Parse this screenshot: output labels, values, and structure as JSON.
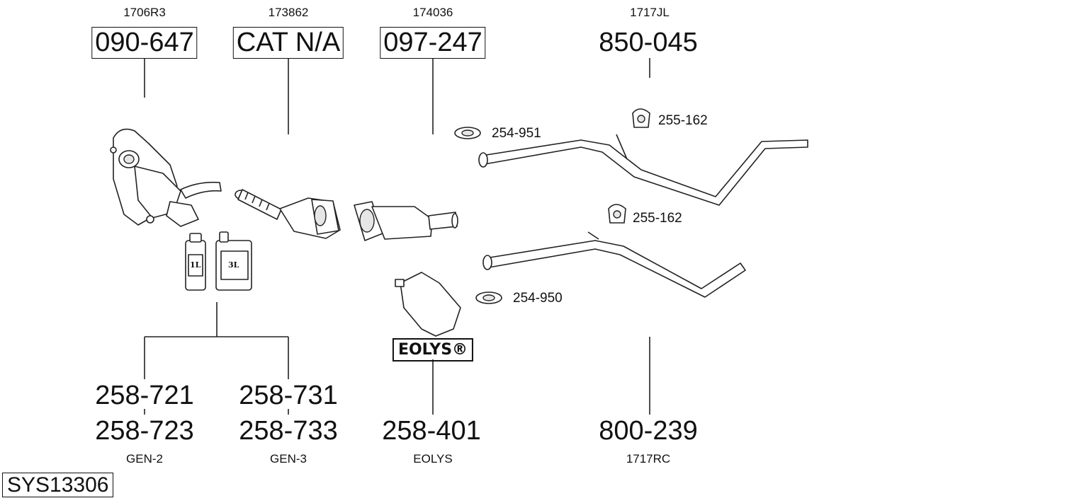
{
  "top_refs": {
    "ref1": "1706R3",
    "ref2": "173862",
    "ref3": "174036",
    "ref4": "1717JL"
  },
  "top_parts": {
    "p1": "090-647",
    "p2": "CAT N/A",
    "p3": "097-247",
    "p4": "850-045"
  },
  "small_parts": {
    "clamp_top": "254-951",
    "mount_top": "255-162",
    "mount_mid": "255-162",
    "clamp_bottom": "254-950"
  },
  "bottle_labels": {
    "small": "1L",
    "large": "3L"
  },
  "eolys_badge": "EOLYS®",
  "bottom_parts": {
    "p1a": "258-721",
    "p1b": "258-723",
    "p2a": "258-731",
    "p2b": "258-733",
    "p3": "258-401",
    "p4": "800-239"
  },
  "bottom_refs": {
    "ref1": "GEN-2",
    "ref2": "GEN-3",
    "ref3": "EOLYS",
    "ref4": "1717RC"
  },
  "system_id": "SYS13306"
}
